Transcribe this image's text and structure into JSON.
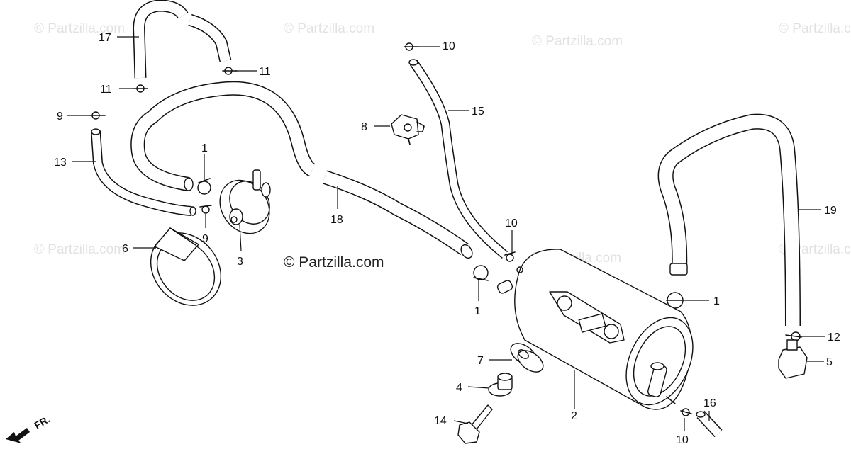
{
  "watermark": "© Partzilla.com",
  "center_watermark": "© Partzilla.com",
  "front_arrow_label": "FR.",
  "callouts": [
    "1",
    "1",
    "1",
    "2",
    "3",
    "4",
    "5",
    "6",
    "7",
    "8",
    "9",
    "9",
    "10",
    "10",
    "10",
    "11",
    "11",
    "12",
    "13",
    "14",
    "15",
    "16",
    "17",
    "18",
    "19"
  ]
}
